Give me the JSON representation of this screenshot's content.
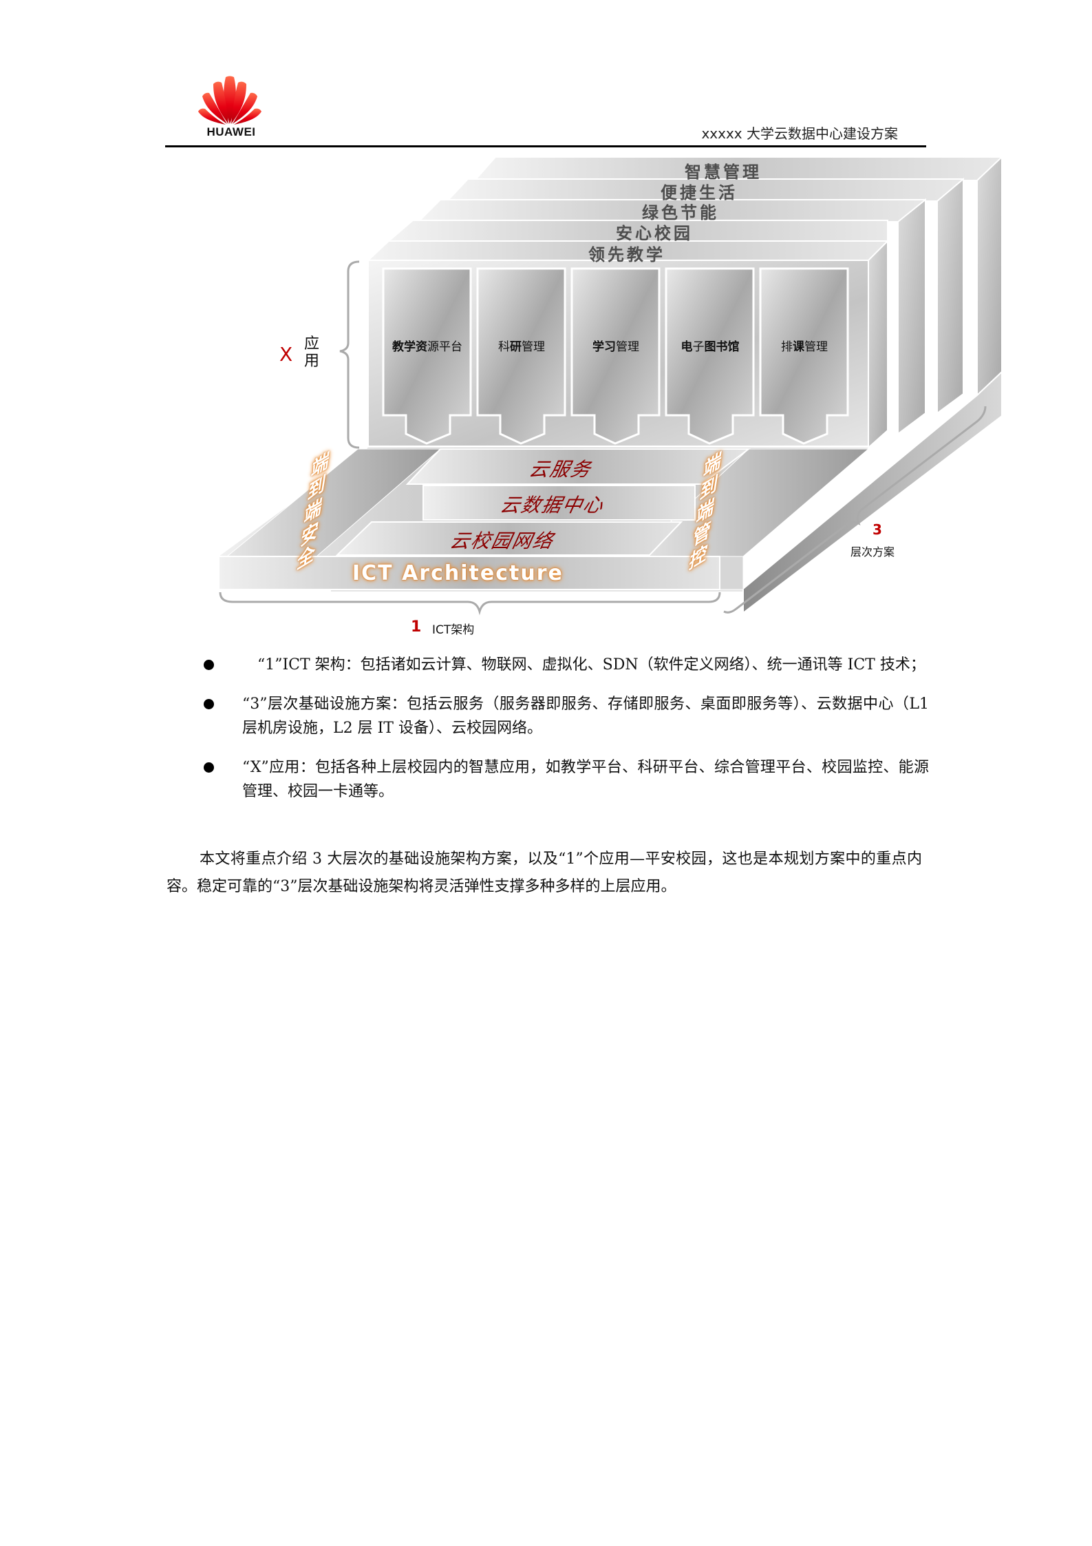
{
  "header": {
    "logo_text": "HUAWEI",
    "title": "xxxxx 大学云数据中心建设方案",
    "logo_color": "#e60012"
  },
  "diagram": {
    "layers": [
      {
        "label": "智慧管理"
      },
      {
        "label": "便捷生活"
      },
      {
        "label": "绿色节能"
      },
      {
        "label": "安心校园"
      },
      {
        "label": "领先教学"
      }
    ],
    "columns": [
      {
        "bold": "教学资",
        "normal": "源平台",
        "bold_after": ""
      },
      {
        "prefix": "科",
        "bold": "研",
        "normal": "管理"
      },
      {
        "bold": "学习",
        "normal": "管理"
      },
      {
        "bold": "电",
        "normal": "子",
        "bold_after": "图书馆"
      },
      {
        "prefix": "排",
        "bold": "课",
        "normal": "管理"
      }
    ],
    "x_label": {
      "num": "X",
      "text": "应用"
    },
    "infrastructure": [
      {
        "label": "云服务"
      },
      {
        "label": "云数据中心"
      },
      {
        "label": "云校园网络"
      }
    ],
    "side_left": "端到端安全",
    "side_right": "端到端管控",
    "ict_label": "ICT Architecture",
    "brace_bottom": {
      "num": "1",
      "text": "ICT架构"
    },
    "brace_right": {
      "num": "3",
      "text": "层次方案"
    },
    "accent_color": "#c00000",
    "glow_color": "#e8903a"
  },
  "bullets": [
    {
      "text": "　“1”ICT 架构：包括诸如云计算、物联网、虚拟化、SDN（软件定义网络）、统一通讯等 ICT 技术；"
    },
    {
      "text": "“3”层次基础设施方案：包括云服务（服务器即服务、存储即服务、桌面即服务等）、云数据中心（L1 层机房设施，L2 层 IT 设备）、云校园网络。"
    },
    {
      "text": "“X”应用：包括各种上层校园内的智慧应用，如教学平台、科研平台、综合管理平台、校园监控、能源管理、校园一卡通等。"
    }
  ],
  "paragraph": "本文将重点介绍 3 大层次的基础设施架构方案，以及“1”个应用—平安校园，这也是本规划方案中的重点内容。稳定可靠的“3”层次基础设施架构将灵活弹性支撑多种多样的上层应用。"
}
